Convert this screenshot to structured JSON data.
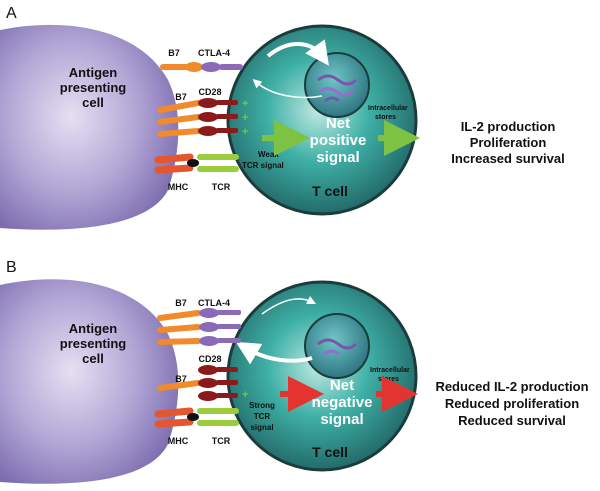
{
  "colors": {
    "apc": "#a597cc",
    "tcell": "#3aa39d",
    "nucleus": "#1f6b75",
    "b7": "#f08a2a",
    "ctla4": "#8c6ab8",
    "cd28": "#8b1a1a",
    "mhc": "#e4572e",
    "tcr": "#9ccb3b",
    "green_arrow": "#7dc242",
    "red_arrow": "#e3342f"
  },
  "panels": [
    {
      "letter": "A",
      "apc_label": [
        "Antigen",
        "presenting",
        "cell"
      ],
      "b7_top": "B7",
      "ctla4": "CTLA-4",
      "b7_mid": "B7",
      "cd28": "CD28",
      "mhc": "MHC",
      "tcr": "TCR",
      "signal": [
        "Weak",
        "TCR signal"
      ],
      "stores": [
        "Intracellular",
        "stores"
      ],
      "net": [
        "Net",
        "positive",
        "signal"
      ],
      "tcell": "T cell",
      "outcomes": [
        "IL-2 production",
        "Proliferation",
        "Increased survival"
      ]
    },
    {
      "letter": "B",
      "apc_label": [
        "Antigen",
        "presenting",
        "cell"
      ],
      "b7_top": "B7",
      "ctla4": "CTLA-4",
      "b7_mid": "B7",
      "cd28": "CD28",
      "mhc": "MHC",
      "tcr": "TCR",
      "signal": [
        "Strong",
        "TCR",
        "signal"
      ],
      "stores": [
        "Intracellular",
        "stores"
      ],
      "net": [
        "Net",
        "negative",
        "signal"
      ],
      "tcell": "T cell",
      "outcomes": [
        "Reduced IL-2 production",
        "Reduced proliferation",
        "Reduced survival"
      ]
    }
  ]
}
